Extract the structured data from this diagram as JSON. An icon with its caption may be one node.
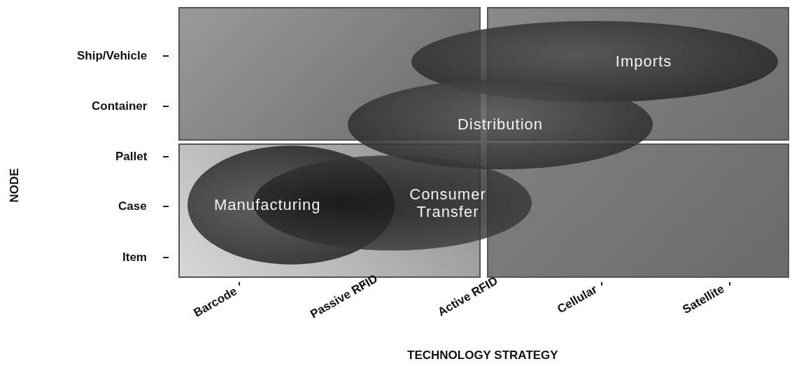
{
  "diagram": {
    "nodes": [
      {
        "text": [
          "Imports"
        ]
      },
      {
        "text": [
          "Distribution"
        ]
      },
      {
        "text": [
          "Manufacturing"
        ]
      },
      {
        "text": [
          "Consumer Transfer"
        ]
      }
    ],
    "labels": [
      "Ship/Vehicle",
      "Container",
      "Pallet",
      "Case",
      "Item",
      "NODE",
      "Barcode",
      "Passive RFID",
      "Active RFID",
      "Cellular",
      "Satellite",
      "TECHNOLOGY STRATEGY"
    ]
  }
}
